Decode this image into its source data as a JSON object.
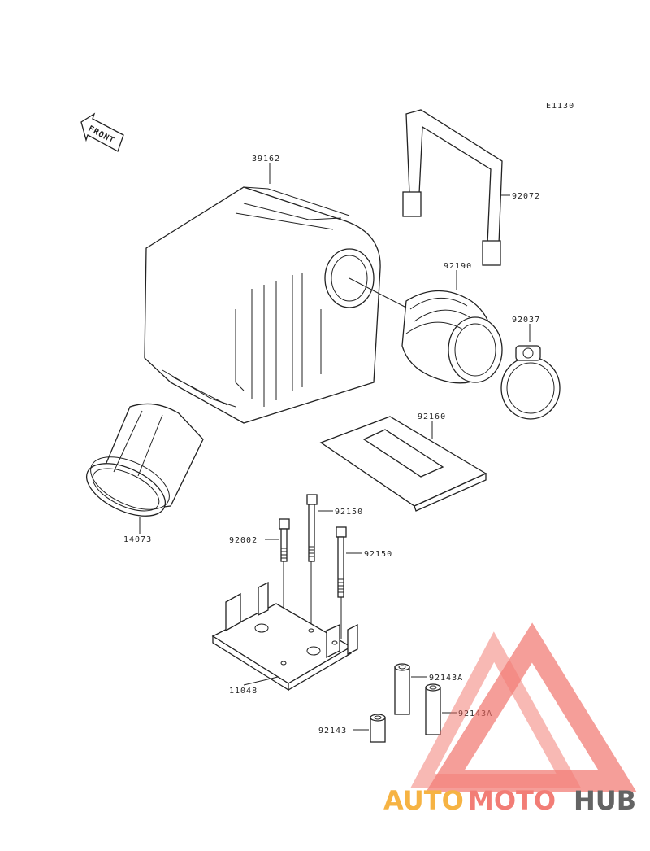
{
  "diagram": {
    "ref_code": "E1130",
    "front_label": "FRONT",
    "parts": {
      "p39162": "39162",
      "p92072": "92072",
      "p92190": "92190",
      "p92037": "92037",
      "p92160": "92160",
      "p14073": "14073",
      "p92150a": "92150",
      "p92002": "92002",
      "p92150b": "92150",
      "p11048": "11048",
      "p92143Aa": "92143A",
      "p92143Ab": "92143A",
      "p92143": "92143"
    }
  },
  "watermark": {
    "part1": "AUTO",
    "part2": "MOTO",
    "part3": "HUB",
    "color_orange": "#f5a623",
    "color_red": "#f0675f",
    "color_gray": "#4a4a4a"
  }
}
